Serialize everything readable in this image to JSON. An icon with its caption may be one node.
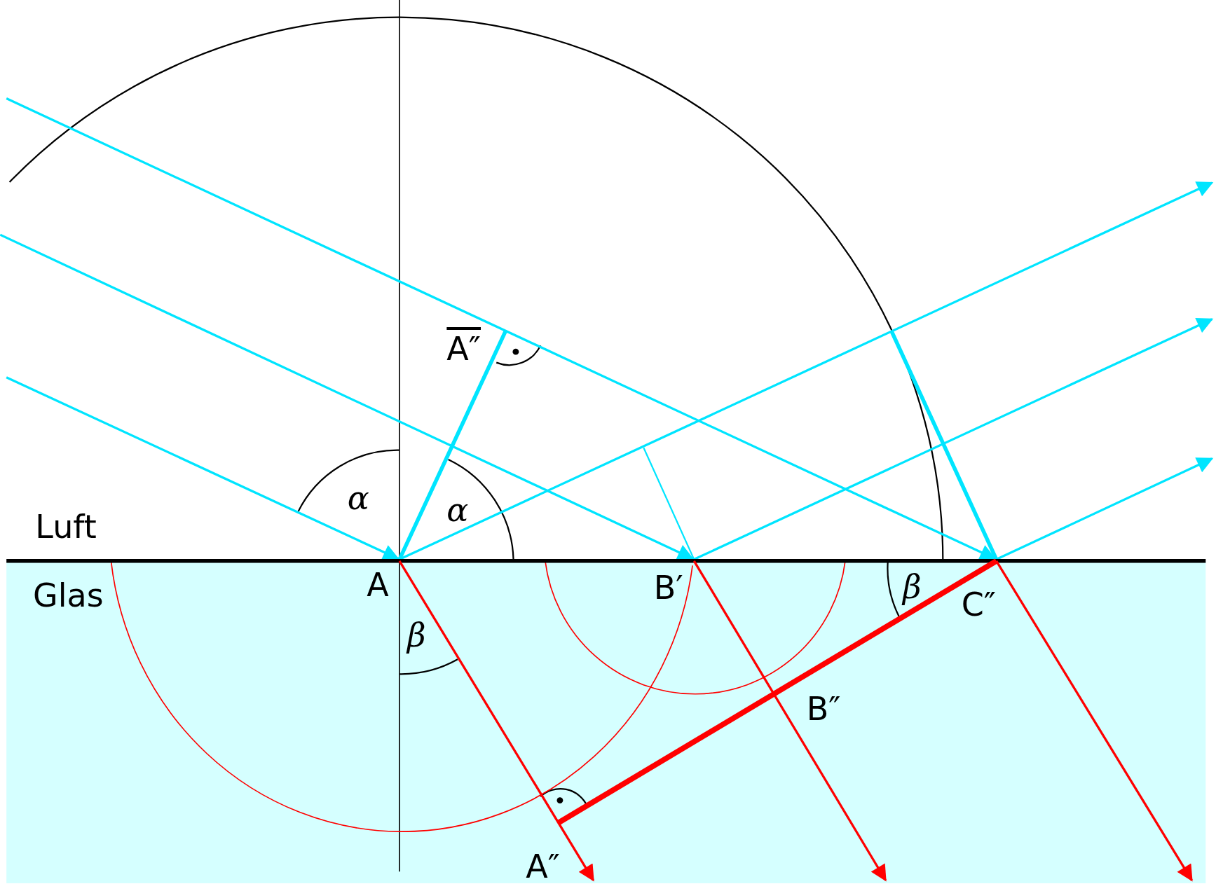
{
  "diagram": {
    "labels": [
      "A″",
      "α",
      "α",
      "Luft",
      "A",
      "B′",
      "β",
      "Glas",
      "C″",
      "β",
      "B″",
      "A″"
    ]
  }
}
